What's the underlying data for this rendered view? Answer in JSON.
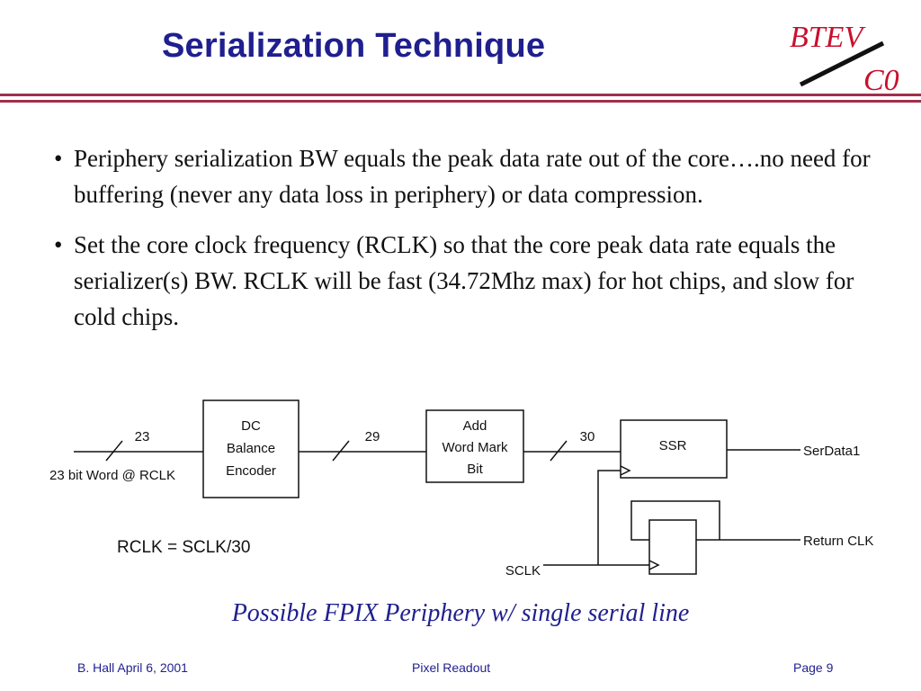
{
  "slide": {
    "title": "Serialization Technique",
    "logo": {
      "top": "BTEV",
      "bottom": "C0"
    },
    "bullets": [
      "Periphery serialization BW equals the peak data rate out of the core….no need for buffering (never any data loss in periphery) or data compression.",
      "Set the core clock frequency (RCLK) so that the core peak data rate equals the serializer(s) BW.  RCLK will be fast (34.72Mhz max) for hot chips, and slow for cold chips."
    ],
    "bullet_symbol": "•",
    "diagram": {
      "input_width": "23",
      "input_label": "23 bit Word @ RCLK",
      "block1": [
        "DC",
        "Balance",
        "Encoder"
      ],
      "mid_width1": "29",
      "block2": [
        "Add",
        "Word Mark",
        "Bit"
      ],
      "mid_width2": "30",
      "block3": "SSR",
      "out1": "SerData1",
      "out2": "Return CLK",
      "clk_in": "SCLK",
      "equation": "RCLK =  SCLK/30"
    },
    "caption": "Possible FPIX Periphery w/ single serial line",
    "footer": {
      "author_date": "B. Hall   April 6, 2001",
      "topic": "Pixel Readout",
      "page": "Page 9"
    },
    "colors": {
      "title": "#1f1f8f",
      "rule": "#a0304a",
      "logo": "#c8102e"
    }
  }
}
